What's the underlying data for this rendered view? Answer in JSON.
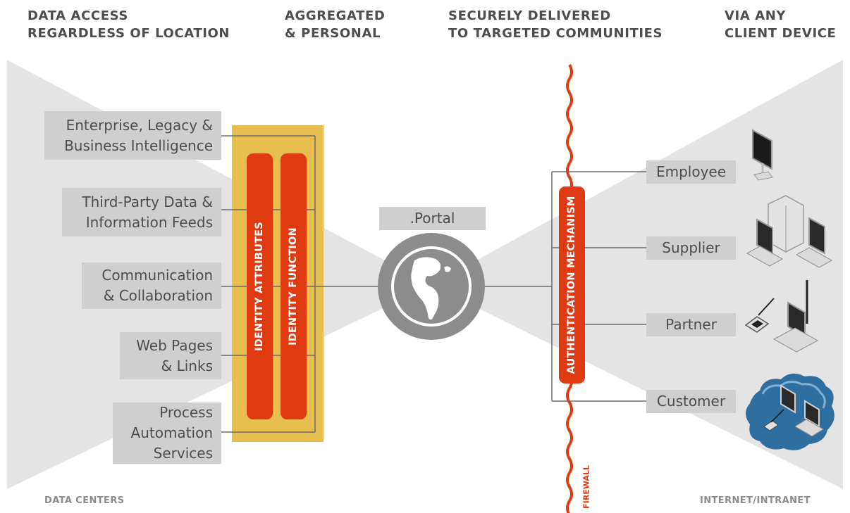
{
  "headers": [
    {
      "line1": "DATA ACCESS",
      "line2": "REGARDLESS OF LOCATION"
    },
    {
      "line1": "AGGREGATED",
      "line2": "& PERSONAL"
    },
    {
      "line1": "SECURELY DELIVERED",
      "line2": "TO TARGETED COMMUNITIES"
    },
    {
      "line1": "VIA ANY",
      "line2": "CLIENT DEVICE"
    }
  ],
  "sources": [
    {
      "line1": "Enterprise, Legacy &",
      "line2": "Business Intelligence"
    },
    {
      "line1": "Third-Party Data &",
      "line2": "Information Feeds"
    },
    {
      "line1": "Communication",
      "line2": "& Collaboration"
    },
    {
      "line1": "Web Pages",
      "line2": "& Links"
    },
    {
      "line1": "Process",
      "line2": "Automation",
      "line3": "Services"
    }
  ],
  "identity": {
    "attributes": "IDENTITY ATTRIBUTES",
    "function": "IDENTITY FUNCTION"
  },
  "portal": {
    "label": ".Portal"
  },
  "auth": {
    "label": "AUTHENTICATION MECHANISM"
  },
  "firewall": {
    "label": "FIREWALL"
  },
  "audiences": [
    {
      "label": "Employee",
      "icon": "desktop-monitor-icon"
    },
    {
      "label": "Supplier",
      "icon": "workstations-icon"
    },
    {
      "label": "Partner",
      "icon": "laptop-pda-icon"
    },
    {
      "label": "Customer",
      "icon": "cloud-network-icon"
    }
  ],
  "footer": {
    "left": "DATA CENTERS",
    "right": "INTERNET/INTRANET"
  },
  "colors": {
    "accent": "#e03a12",
    "gold": "#e6bf4f",
    "gray_box": "#cfcfcf",
    "text": "#4d4d4d",
    "globe": "#8c8c8c"
  }
}
